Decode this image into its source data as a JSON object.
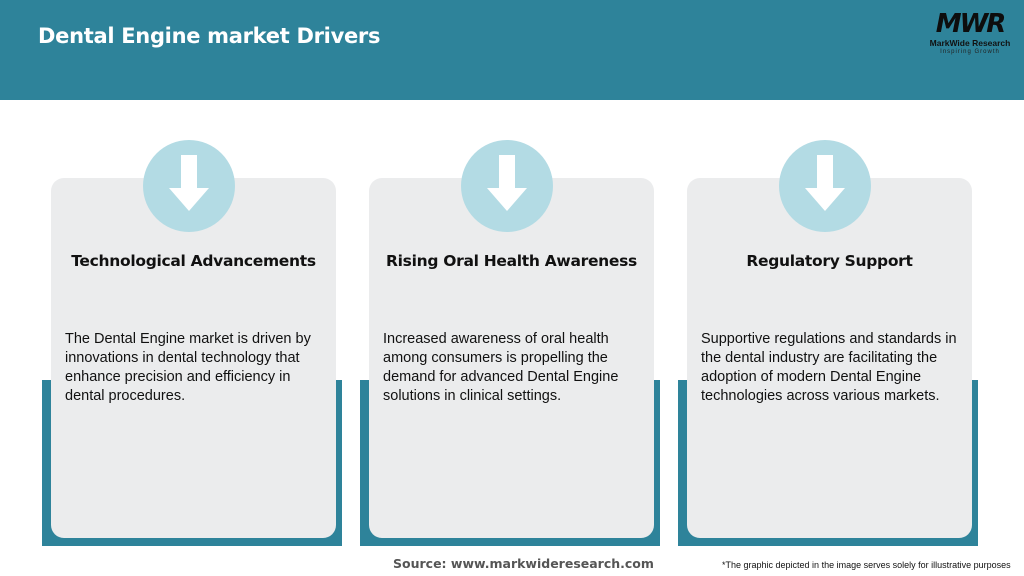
{
  "header": {
    "title": "Dental Engine market Drivers",
    "logo_mark": "MWR",
    "logo_name": "MarkWide Research",
    "logo_tagline": "Inspiring Growth"
  },
  "colors": {
    "header_bg": "#2e839a",
    "card_bg": "#ebeced",
    "circle_bg": "#b3dbe4",
    "arrow": "#ffffff"
  },
  "drivers": [
    {
      "icon": "down-arrow-icon",
      "title": "Technological Advancements",
      "description": "The Dental Engine market is driven by innovations in dental technology that enhance precision and efficiency in dental procedures."
    },
    {
      "icon": "down-arrow-icon",
      "title": "Rising Oral Health Awareness",
      "description": "Increased awareness of oral health among consumers is propelling the demand for advanced Dental Engine solutions in clinical settings."
    },
    {
      "icon": "down-arrow-icon",
      "title": "Regulatory Support",
      "description": "Supportive regulations and standards in the dental industry are facilitating the adoption of modern Dental Engine technologies across various markets."
    }
  ],
  "footer": {
    "source": "Source: www.markwideresearch.com",
    "disclaimer": "*The graphic depicted in the image serves solely for illustrative purposes"
  }
}
